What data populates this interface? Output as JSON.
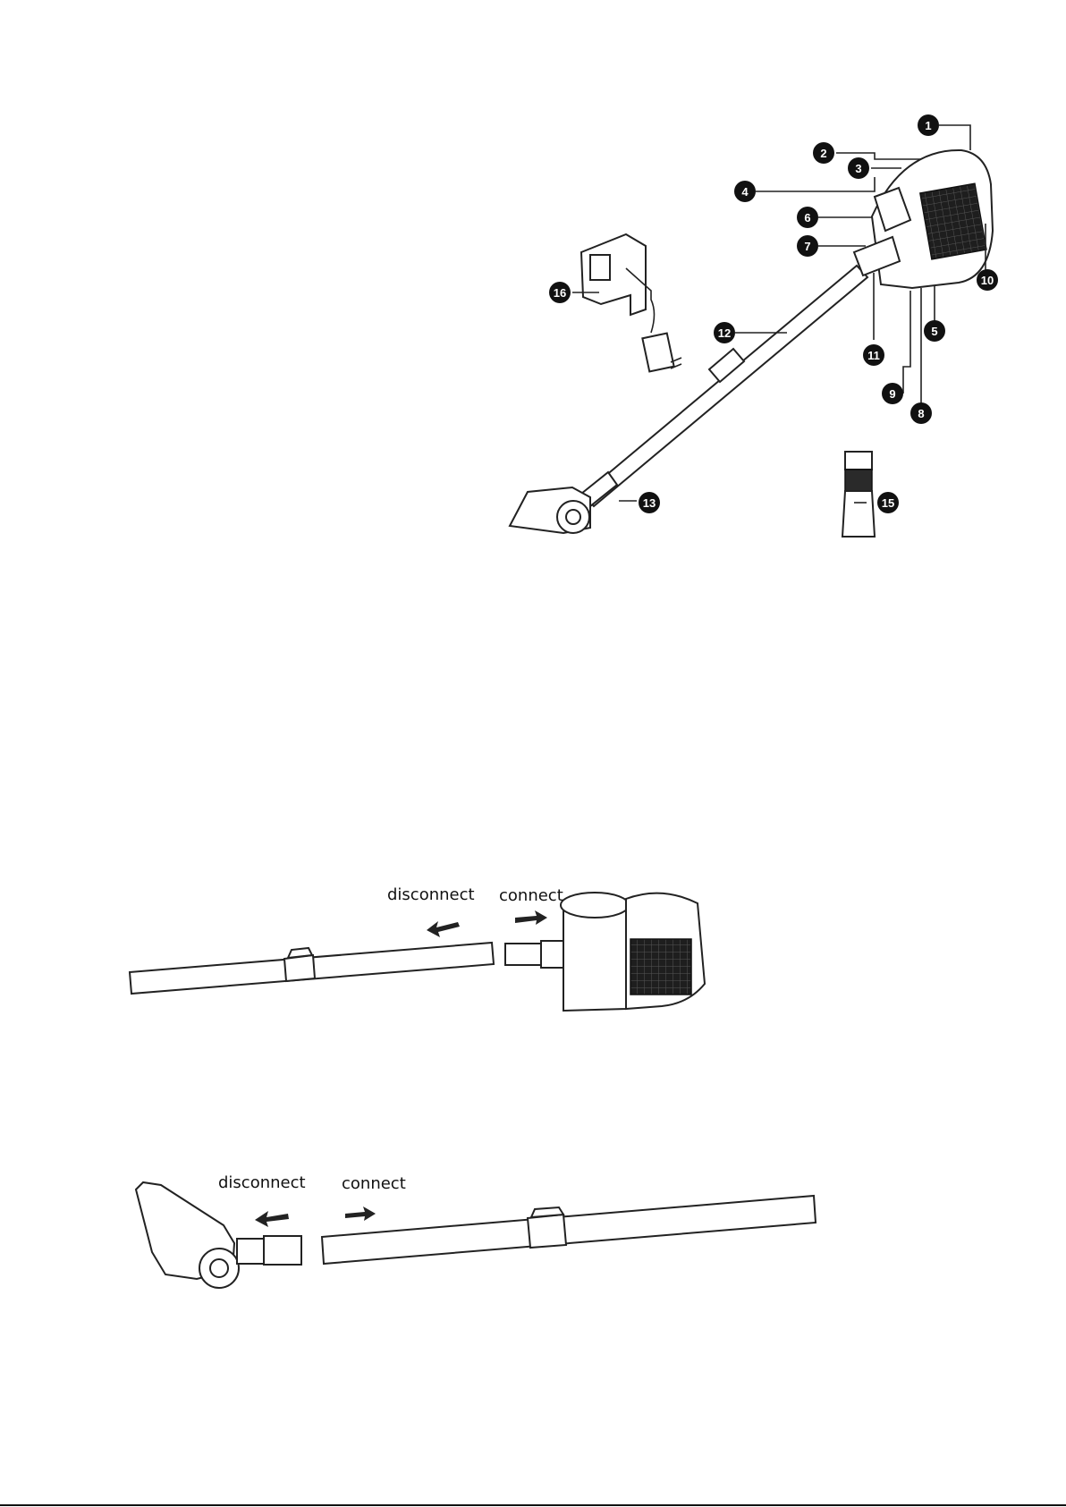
{
  "figure1": {
    "callouts": [
      "1",
      "2",
      "3",
      "4",
      "5",
      "6",
      "7",
      "8",
      "9",
      "10",
      "11",
      "12",
      "13",
      "15",
      "16"
    ]
  },
  "figure2": {
    "disconnect_label": "disconnect",
    "connect_label": "connect"
  },
  "figure3": {
    "disconnect_label": "disconnect",
    "connect_label": "connect"
  },
  "colors": {
    "ink": "#222222",
    "background": "#ffffff",
    "grip": "#2a2a2a"
  }
}
